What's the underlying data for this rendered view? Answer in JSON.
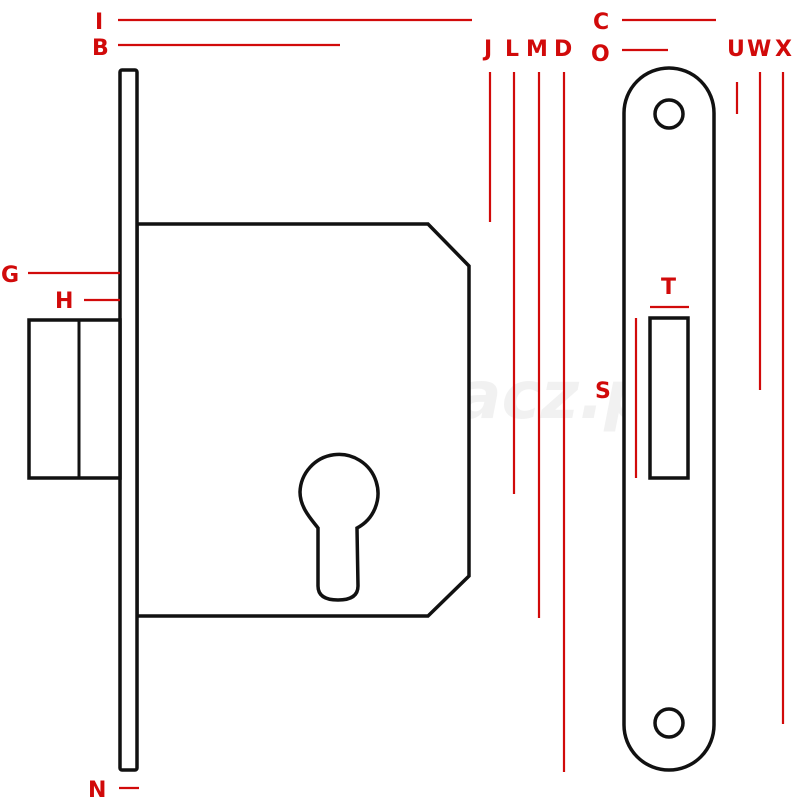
{
  "watermark": "wfamywacz.pl",
  "colors": {
    "dimension": "#d10a0a",
    "outline": "#111111",
    "background": "#ffffff"
  },
  "labels": {
    "I": "I",
    "B": "B",
    "J": "J",
    "L": "L",
    "M": "M",
    "D": "D",
    "C": "C",
    "O": "O",
    "U": "U",
    "W": "W",
    "X": "X",
    "G": "G",
    "H": "H",
    "T": "T",
    "S": "S",
    "N": "N"
  }
}
